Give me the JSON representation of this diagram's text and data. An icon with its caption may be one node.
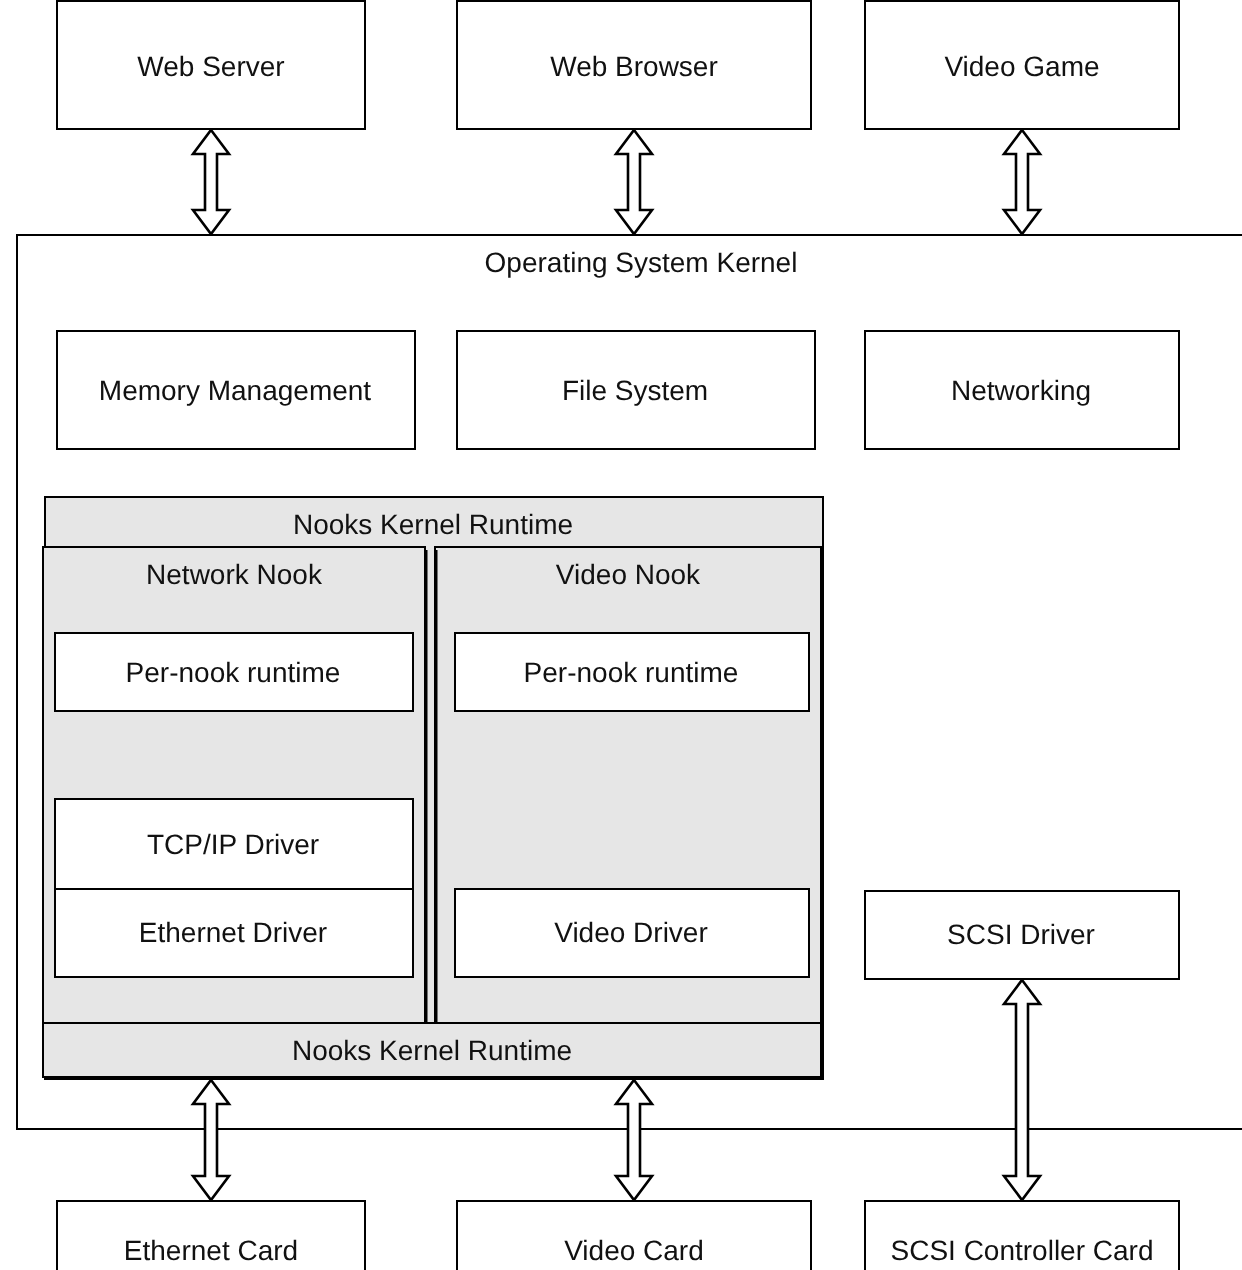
{
  "diagram": {
    "nodes": [
      {
        "text": [
          "Web Server"
        ]
      },
      {
        "text": [
          "Web Browser"
        ]
      },
      {
        "text": [
          "Video Game"
        ]
      },
      {
        "text": [
          "Operating System Kernel"
        ]
      },
      {
        "text": [
          "Memory Management"
        ],
        "in": 3
      },
      {
        "text": [
          "File System"
        ],
        "in": 3
      },
      {
        "text": [
          "Networking"
        ],
        "in": 3
      },
      {
        "text": [
          "Nooks Kernel Runtime"
        ],
        "in": 3
      },
      {
        "text": [
          "Nooks Kernel Runtime"
        ],
        "in": 7
      },
      {
        "text": [
          "Network Nook"
        ],
        "in": 7
      },
      {
        "text": [
          "Per-nook runtime"
        ],
        "in": 9
      },
      {
        "text": [
          "TCP/IP Driver"
        ],
        "in": 9
      },
      {
        "text": [
          "Ethernet Driver"
        ],
        "in": 9
      },
      {
        "text": [
          "Video Nook"
        ],
        "in": 7
      },
      {
        "text": [
          "Per-nook runtime"
        ],
        "in": 13
      },
      {
        "text": [
          "Video Driver"
        ],
        "in": 13
      },
      {
        "text": [
          "SCSI Driver"
        ],
        "in": 3
      },
      {
        "text": [
          "Ethernet Card"
        ]
      },
      {
        "text": [
          "Video Card"
        ]
      },
      {
        "text": [
          "SCSI Controller Card"
        ]
      }
    ],
    "edges": [
      {
        "from": 0,
        "to": 3,
        "arrow": "both"
      },
      {
        "from": 1,
        "to": 3,
        "arrow": "both"
      },
      {
        "from": 2,
        "to": 3,
        "arrow": "both"
      },
      {
        "from": 8,
        "to": 17,
        "arrow": "both"
      },
      {
        "from": 8,
        "to": 18,
        "arrow": "both"
      },
      {
        "from": 16,
        "to": 19,
        "arrow": "both"
      }
    ]
  }
}
